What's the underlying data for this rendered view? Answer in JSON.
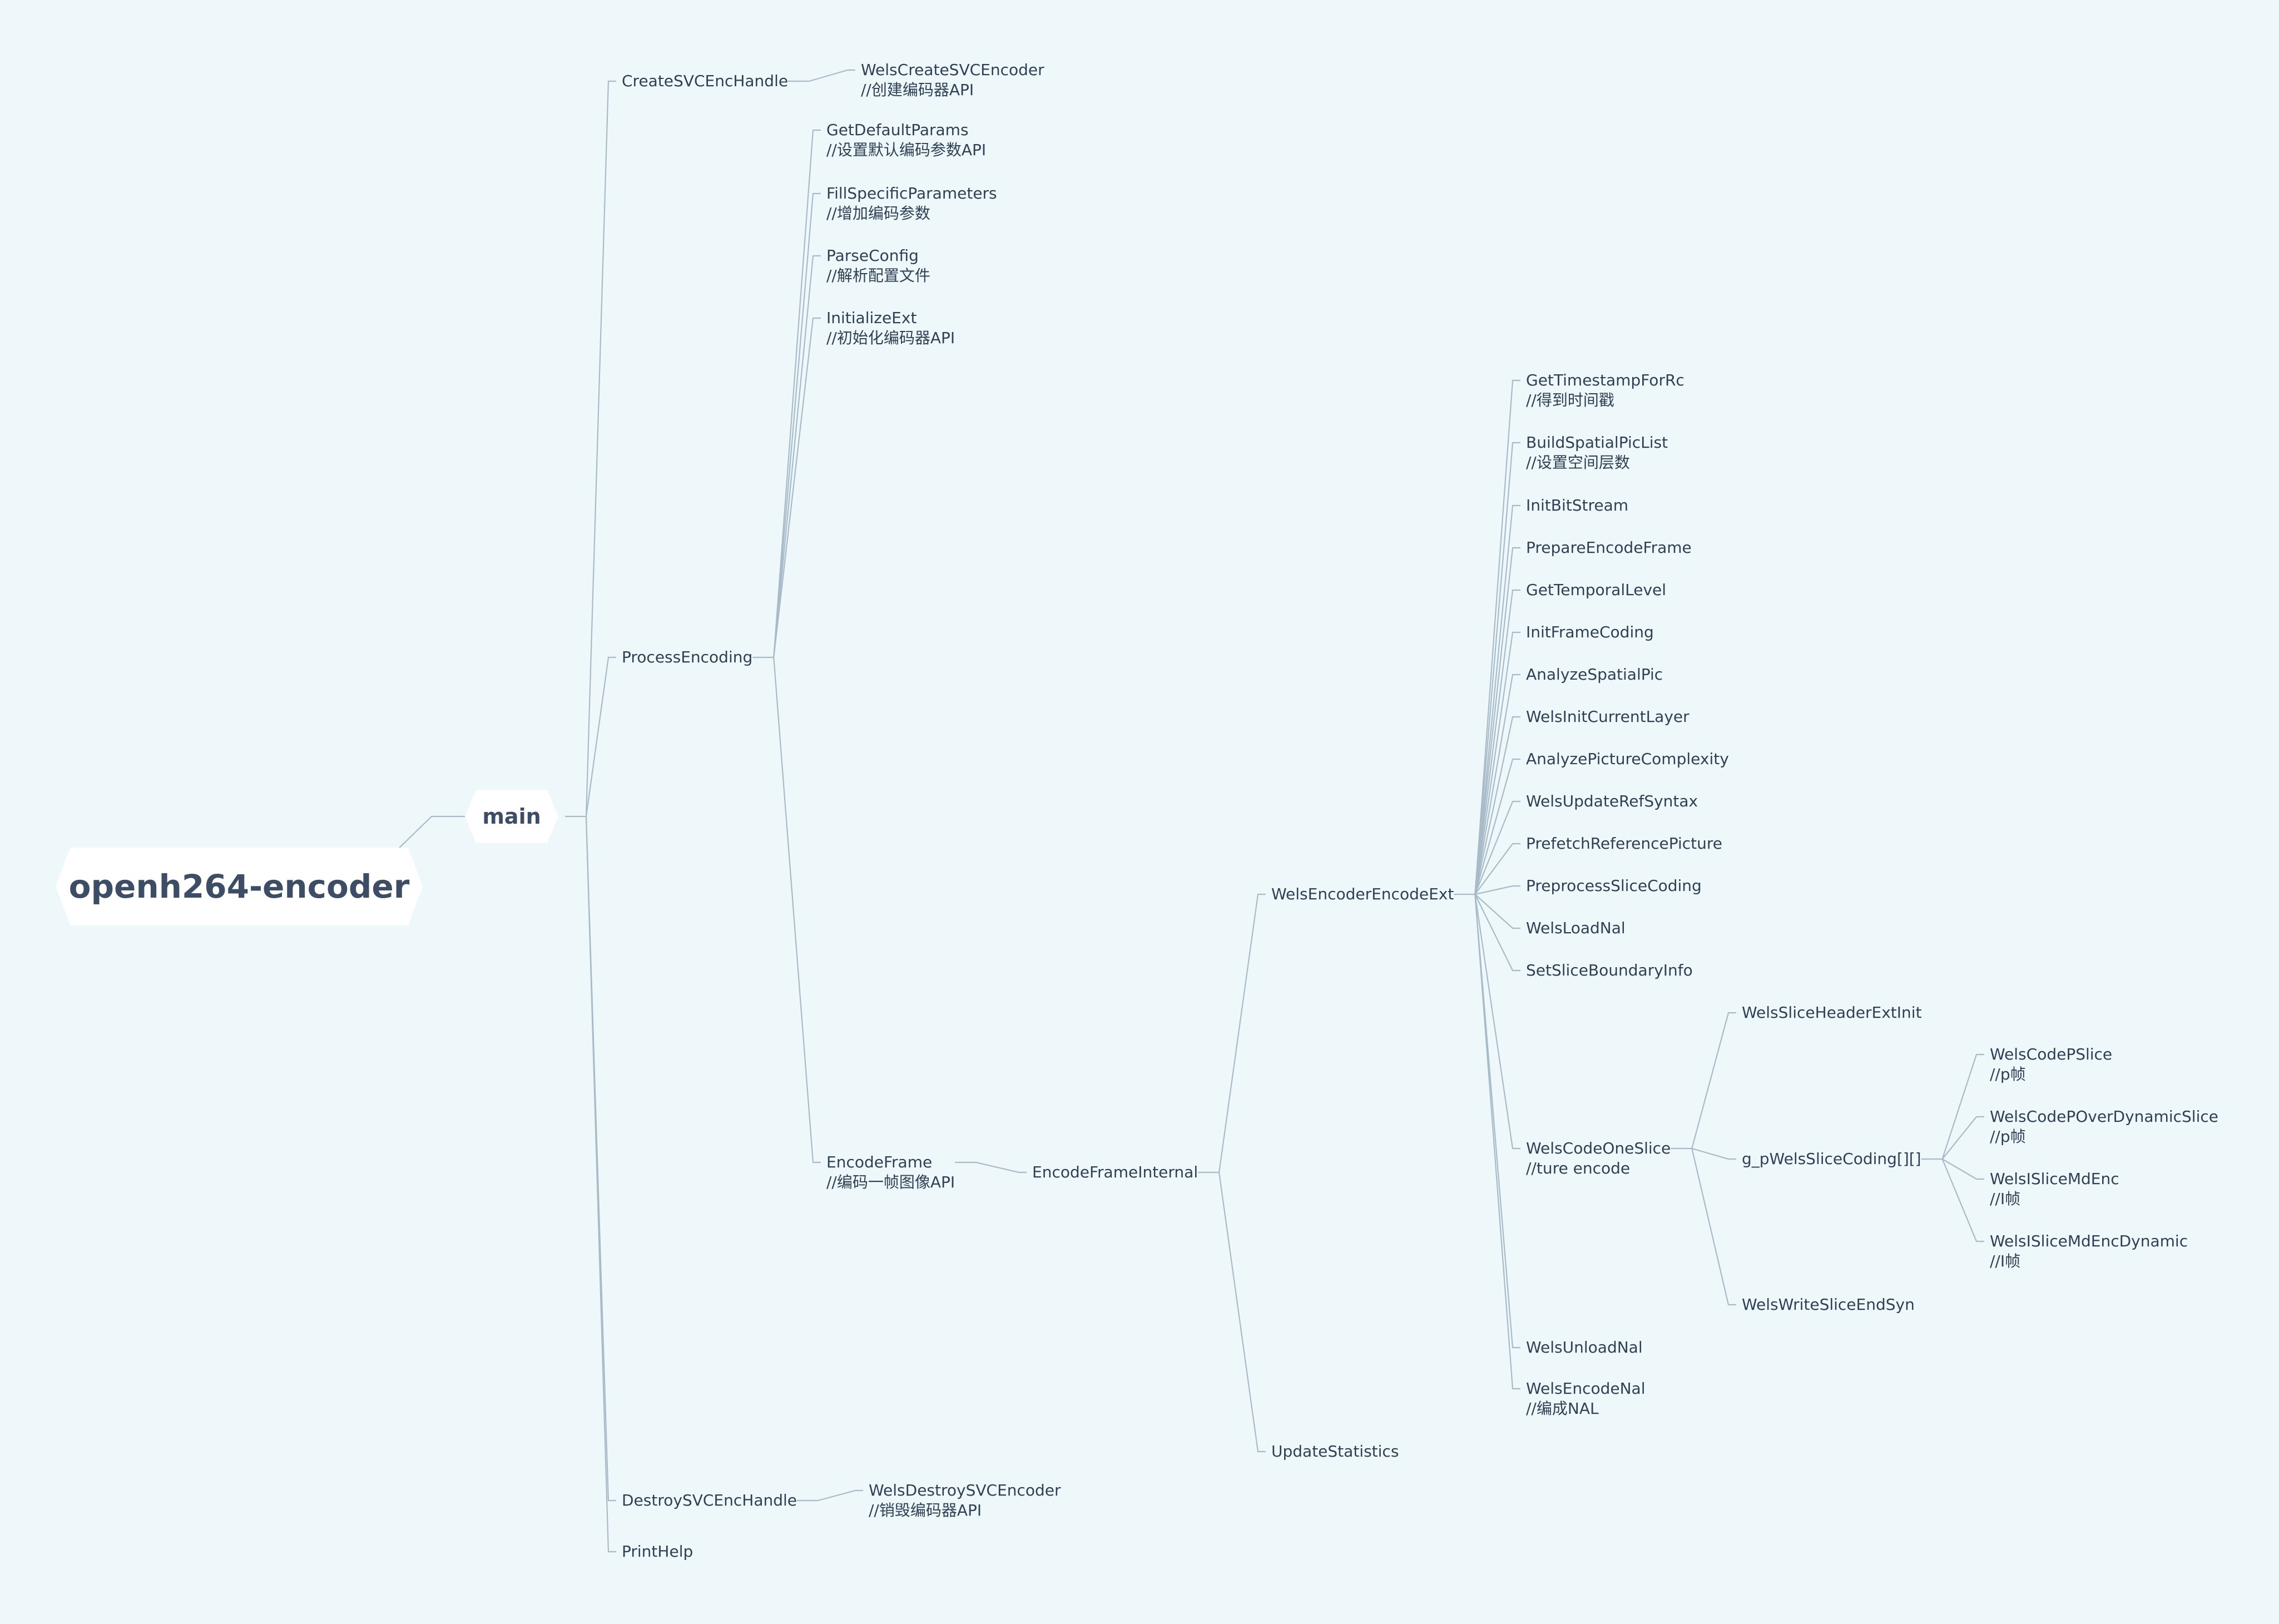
{
  "diagram": {
    "root": "openh264-encoder",
    "hub": "main",
    "nodes": [
      {
        "id": "create",
        "parent": "main",
        "lines": [
          "CreateSVCEncHandle"
        ]
      },
      {
        "id": "welscreate",
        "parent": "create",
        "lines": [
          "WelsCreateSVCEncoder",
          "//创建编码器API"
        ]
      },
      {
        "id": "process",
        "parent": "main",
        "lines": [
          "ProcessEncoding"
        ]
      },
      {
        "id": "getdefault",
        "parent": "process",
        "lines": [
          "GetDefaultParams",
          "//设置默认编码参数API"
        ]
      },
      {
        "id": "fillspecific",
        "parent": "process",
        "lines": [
          "FillSpecificParameters",
          "//增加编码参数"
        ]
      },
      {
        "id": "parseconfig",
        "parent": "process",
        "lines": [
          "ParseConfig",
          "//解析配置文件"
        ]
      },
      {
        "id": "initext",
        "parent": "process",
        "lines": [
          "InitializeExt",
          "//初始化编码器API"
        ]
      },
      {
        "id": "encodeframe",
        "parent": "process",
        "lines": [
          "EncodeFrame",
          "//编码一帧图像API"
        ]
      },
      {
        "id": "encodeframeinternal",
        "parent": "encodeframe",
        "lines": [
          "EncodeFrameInternal"
        ]
      },
      {
        "id": "welsencoderext",
        "parent": "encodeframeinternal",
        "lines": [
          "WelsEncoderEncodeExt"
        ]
      },
      {
        "id": "gettimestamp",
        "parent": "welsencoderext",
        "lines": [
          "GetTimestampForRc",
          "//得到时间戳"
        ]
      },
      {
        "id": "buildspatial",
        "parent": "welsencoderext",
        "lines": [
          "BuildSpatialPicList",
          "//设置空间层数"
        ]
      },
      {
        "id": "initbitstream",
        "parent": "welsencoderext",
        "lines": [
          "InitBitStream"
        ]
      },
      {
        "id": "prepareencode",
        "parent": "welsencoderext",
        "lines": [
          "PrepareEncodeFrame"
        ]
      },
      {
        "id": "gettemporal",
        "parent": "welsencoderext",
        "lines": [
          "GetTemporalLevel"
        ]
      },
      {
        "id": "initframecoding",
        "parent": "welsencoderext",
        "lines": [
          "InitFrameCoding"
        ]
      },
      {
        "id": "analyzespatial",
        "parent": "welsencoderext",
        "lines": [
          "AnalyzeSpatialPic"
        ]
      },
      {
        "id": "welsinitcurrent",
        "parent": "welsencoderext",
        "lines": [
          "WelsInitCurrentLayer"
        ]
      },
      {
        "id": "analyzecomplexity",
        "parent": "welsencoderext",
        "lines": [
          "AnalyzePictureComplexity"
        ]
      },
      {
        "id": "welsupdateref",
        "parent": "welsencoderext",
        "lines": [
          "WelsUpdateRefSyntax"
        ]
      },
      {
        "id": "prefetchref",
        "parent": "welsencoderext",
        "lines": [
          "PrefetchReferencePicture"
        ]
      },
      {
        "id": "preprocessslice",
        "parent": "welsencoderext",
        "lines": [
          "PreprocessSliceCoding"
        ]
      },
      {
        "id": "welsloadnal",
        "parent": "welsencoderext",
        "lines": [
          "WelsLoadNal"
        ]
      },
      {
        "id": "setsliceboundary",
        "parent": "welsencoderext",
        "lines": [
          "SetSliceBoundaryInfo"
        ]
      },
      {
        "id": "welscodeoneslice",
        "parent": "welsencoderext",
        "lines": [
          "WelsCodeOneSlice",
          "//ture encode"
        ]
      },
      {
        "id": "sliceheader",
        "parent": "welscodeoneslice",
        "lines": [
          "WelsSliceHeaderExtInit"
        ]
      },
      {
        "id": "gpwelsslicecoding",
        "parent": "welscodeoneslice",
        "lines": [
          "g_pWelsSliceCoding[][]"
        ]
      },
      {
        "id": "welscodepslice",
        "parent": "gpwelsslicecoding",
        "lines": [
          "WelsCodePSlice",
          "//p帧"
        ]
      },
      {
        "id": "welscodepover",
        "parent": "gpwelsslicecoding",
        "lines": [
          "WelsCodePOverDynamicSlice",
          "//p帧"
        ]
      },
      {
        "id": "welsislicemd",
        "parent": "gpwelsslicecoding",
        "lines": [
          "WelsISliceMdEnc",
          "//I帧"
        ]
      },
      {
        "id": "welsislicemddyn",
        "parent": "gpwelsslicecoding",
        "lines": [
          "WelsISliceMdEncDynamic",
          "//I帧"
        ]
      },
      {
        "id": "welswriteslice",
        "parent": "welscodeoneslice",
        "lines": [
          "WelsWriteSliceEndSyn"
        ]
      },
      {
        "id": "welsunloadnal",
        "parent": "welsencoderext",
        "lines": [
          "WelsUnloadNal"
        ]
      },
      {
        "id": "welsencodenal",
        "parent": "welsencoderext",
        "lines": [
          "WelsEncodeNal",
          "//编成NAL"
        ]
      },
      {
        "id": "updatestats",
        "parent": "encodeframeinternal",
        "lines": [
          "UpdateStatistics"
        ]
      },
      {
        "id": "destroy",
        "parent": "main",
        "lines": [
          "DestroySVCEncHandle"
        ]
      },
      {
        "id": "welsdestroy",
        "parent": "destroy",
        "lines": [
          "WelsDestroySVCEncoder",
          "//销毁编码器API"
        ]
      },
      {
        "id": "printhelp",
        "parent": "main",
        "lines": [
          "PrintHelp"
        ]
      }
    ]
  },
  "colors": {
    "background": "#eef8fb",
    "edge": "#a9bbc9",
    "text": "#2f3f55",
    "node_fill": "#ffffff"
  }
}
